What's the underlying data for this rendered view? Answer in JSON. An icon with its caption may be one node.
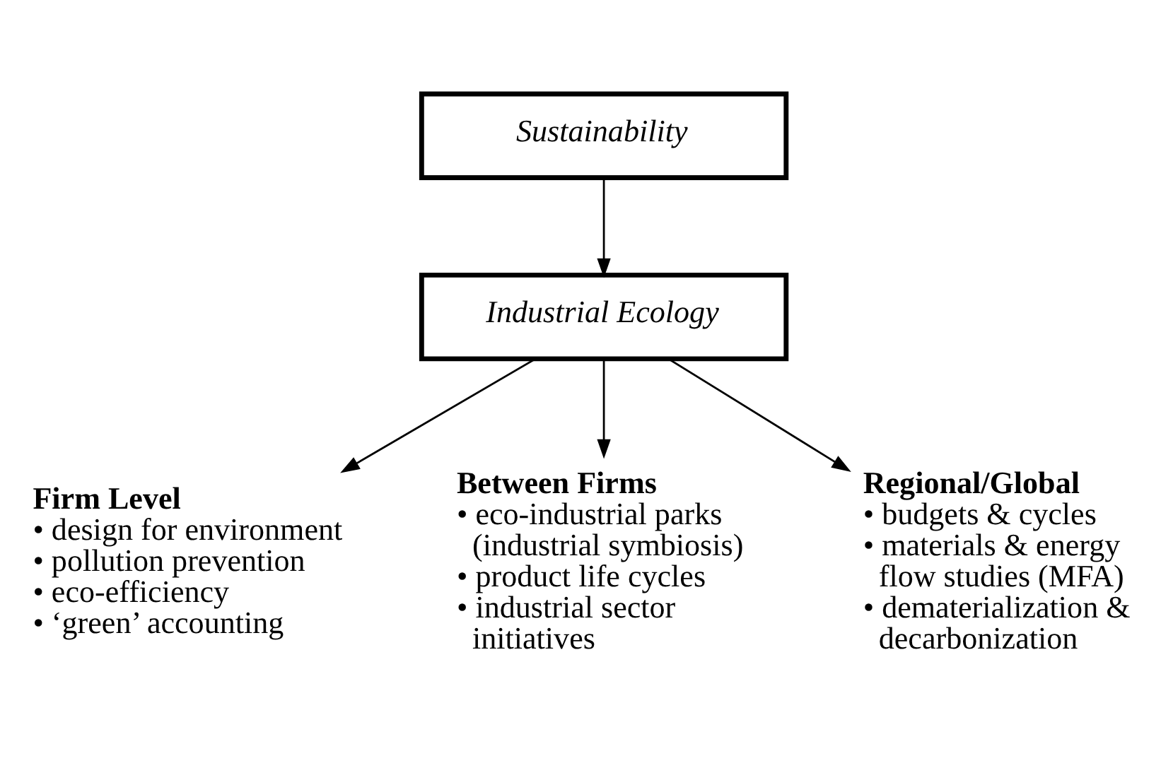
{
  "diagram": {
    "nodes": [
      {
        "text": [
          "Sustainability"
        ]
      },
      {
        "text": [
          "Industrial Ecology"
        ]
      },
      {
        "text": [
          "Firm Level",
          "• design for environment",
          "• pollution prevention",
          "• eco-efficiency",
          "• ‘green’ accounting"
        ]
      },
      {
        "text": [
          "Between Firms",
          "• eco-industrial parks (industrial symbiosis)",
          "• product life cycles",
          "• industrial sector initiatives"
        ]
      },
      {
        "text": [
          "Regional/Global",
          "• budgets & cycles",
          "• materials & energy flow studies (MFA)",
          "• dematerialization & decarbonization"
        ]
      }
    ],
    "edges": [
      {
        "from": 0,
        "to": 1,
        "arrow": "to"
      },
      {
        "from": 1,
        "to": 2,
        "arrow": "to"
      },
      {
        "from": 1,
        "to": 3,
        "arrow": "to"
      },
      {
        "from": 1,
        "to": 4,
        "arrow": "to"
      }
    ]
  }
}
